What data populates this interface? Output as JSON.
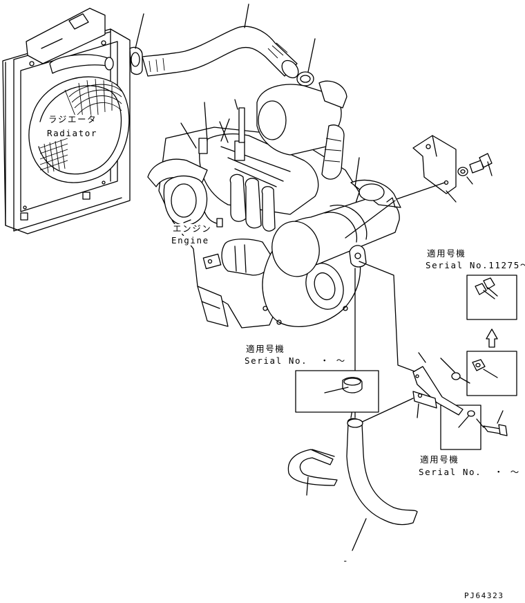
{
  "labels": {
    "radiator_jp": "ラジエータ",
    "radiator_en": "Radiator",
    "engine_jp": "エンジン",
    "engine_en": "Engine"
  },
  "serial_notes": [
    {
      "heading": "適用号機",
      "serial": "Serial No.11275～"
    },
    {
      "heading": "適用号機",
      "serial": "Serial No.  ・ ～"
    },
    {
      "heading": "適用号機",
      "serial": "Serial No.  ・ ～"
    }
  ],
  "bottom_mark": "-",
  "drawing_code": "PJ64323"
}
